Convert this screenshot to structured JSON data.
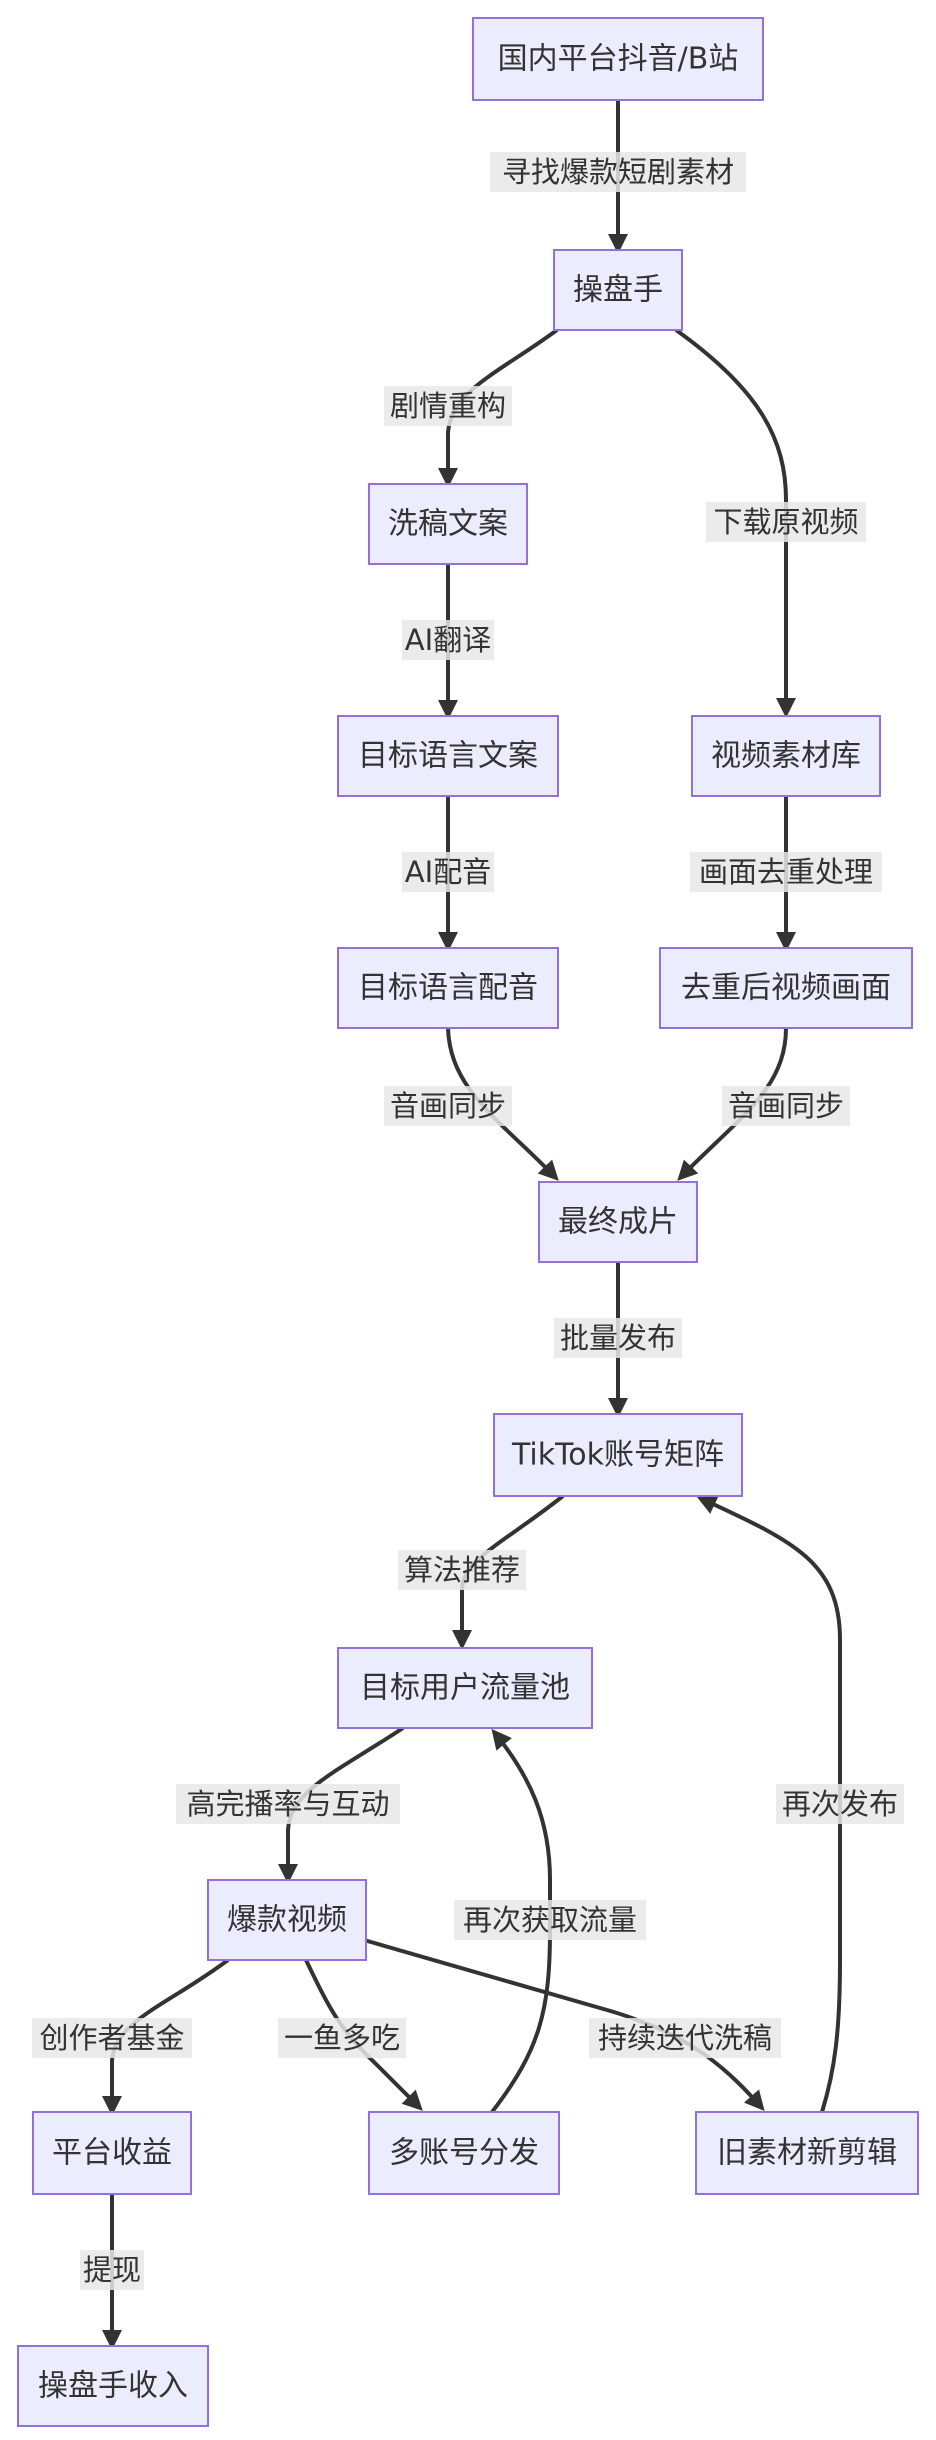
{
  "nodes": {
    "A": {
      "label": "国内平台抖音/B站"
    },
    "B": {
      "label": "操盘手"
    },
    "C": {
      "label": "洗稿文案"
    },
    "D": {
      "label": "目标语言文案"
    },
    "E": {
      "label": "目标语言配音"
    },
    "F": {
      "label": "视频素材库"
    },
    "G": {
      "label": "去重后视频画面"
    },
    "H": {
      "label": "最终成片"
    },
    "I": {
      "label": "TikTok账号矩阵"
    },
    "J": {
      "label": "目标用户流量池"
    },
    "K": {
      "label": "爆款视频"
    },
    "L": {
      "label": "平台收益"
    },
    "M": {
      "label": "多账号分发"
    },
    "N": {
      "label": "旧素材新剪辑"
    },
    "O": {
      "label": "操盘手收入"
    }
  },
  "edges": {
    "A_B": {
      "label": "寻找爆款短剧素材"
    },
    "B_C": {
      "label": "剧情重构"
    },
    "B_F": {
      "label": "下载原视频"
    },
    "C_D": {
      "label": "AI翻译"
    },
    "D_E": {
      "label": "AI配音"
    },
    "F_G": {
      "label": "画面去重处理"
    },
    "E_H": {
      "label": "音画同步"
    },
    "G_H": {
      "label": "音画同步"
    },
    "H_I": {
      "label": "批量发布"
    },
    "I_J": {
      "label": "算法推荐"
    },
    "J_K": {
      "label": "高完播率与互动"
    },
    "K_L": {
      "label": "创作者基金"
    },
    "K_M": {
      "label": "一鱼多吃"
    },
    "K_N": {
      "label": "持续迭代洗稿"
    },
    "M_J": {
      "label": "再次获取流量"
    },
    "N_I": {
      "label": "再次发布"
    },
    "L_O": {
      "label": "提现"
    }
  },
  "colors": {
    "node_fill": "#ECECFF",
    "node_stroke": "#9370DB",
    "edge": "#333333",
    "label_bg": "#e8e8e8",
    "text": "#333333"
  }
}
